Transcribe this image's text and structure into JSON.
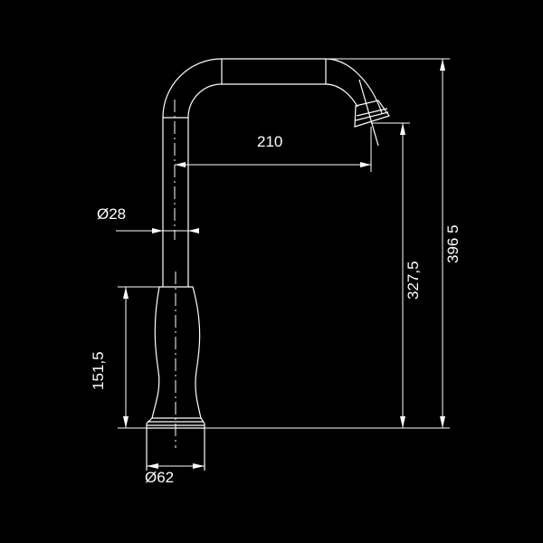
{
  "drawing": {
    "title": "Faucet dimension drawing",
    "colors": {
      "background": "#000000",
      "lines": "#ffffff"
    },
    "dimensions": {
      "spout_reach": "210",
      "pipe_diameter": "Ø28",
      "body_height": "151,5",
      "base_diameter": "Ø62",
      "outlet_height": "327,5",
      "total_height": "396 5"
    }
  }
}
